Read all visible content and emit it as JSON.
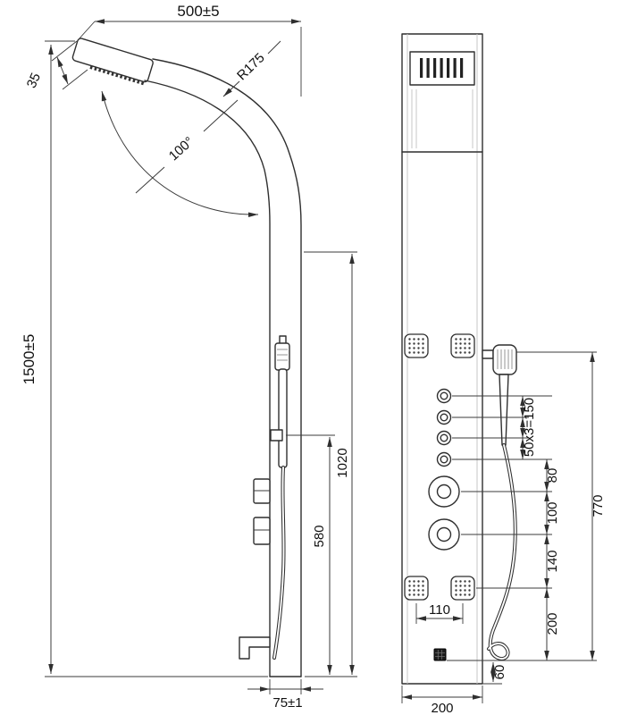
{
  "page": {
    "background": "#ffffff",
    "line_color": "#2f2f2f"
  },
  "side_view": {
    "dim_overall_width": "500±5",
    "dim_head_thickness": "35",
    "dim_arm_radius": "R175",
    "dim_arm_angle": "100°",
    "dim_overall_height": "1500±5",
    "dim_panel_length": "1020",
    "dim_hand_shower_height": "580",
    "dim_panel_depth": "75±1"
  },
  "front_view": {
    "dim_button_spacing": "50x3=150",
    "dim_button_to_knob": "80",
    "dim_knob_spacing": "100",
    "dim_knob_to_jets": "140",
    "dim_jets_to_outlet": "200",
    "dim_controls_span": "770",
    "dim_outlet_offset": "60",
    "dim_jet_spacing": "110",
    "dim_panel_width": "200"
  }
}
